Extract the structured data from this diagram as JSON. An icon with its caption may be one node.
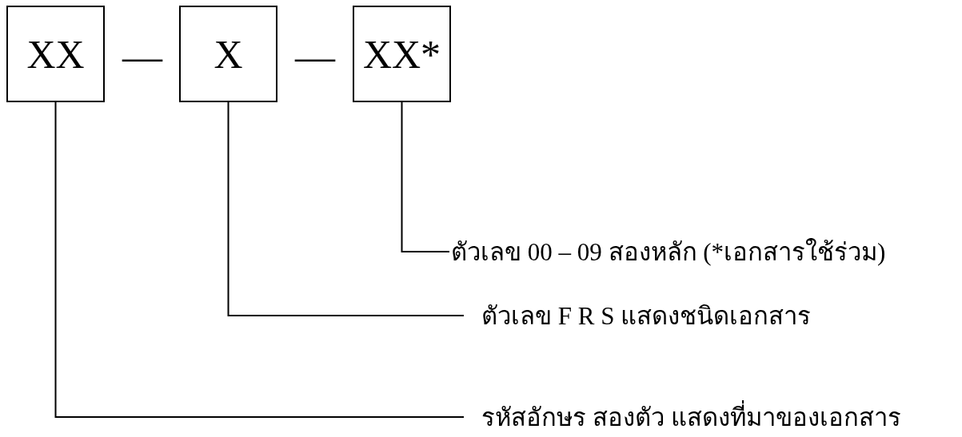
{
  "diagram": {
    "nodes": [
      {
        "text": [
          "XX"
        ]
      },
      {
        "text": [
          "X"
        ]
      },
      {
        "text": [
          "XX*"
        ]
      },
      {
        "text": [
          "ตัวเลข 00 – 09 สองหลัก (*เอกสารใช้ร่วม)"
        ]
      },
      {
        "text": [
          "ตัวเลข F R S แสดงชนิดเอกสาร"
        ]
      },
      {
        "text": [
          "รหัสอักษร สองตัว แสดงที่มาของเอกสาร"
        ]
      }
    ],
    "edges": [
      {
        "from": 2,
        "to": 3,
        "arrow": "none"
      },
      {
        "from": 1,
        "to": 4,
        "arrow": "none"
      },
      {
        "from": 0,
        "to": 5,
        "arrow": "none"
      }
    ],
    "labels": [
      "—",
      "—"
    ]
  }
}
